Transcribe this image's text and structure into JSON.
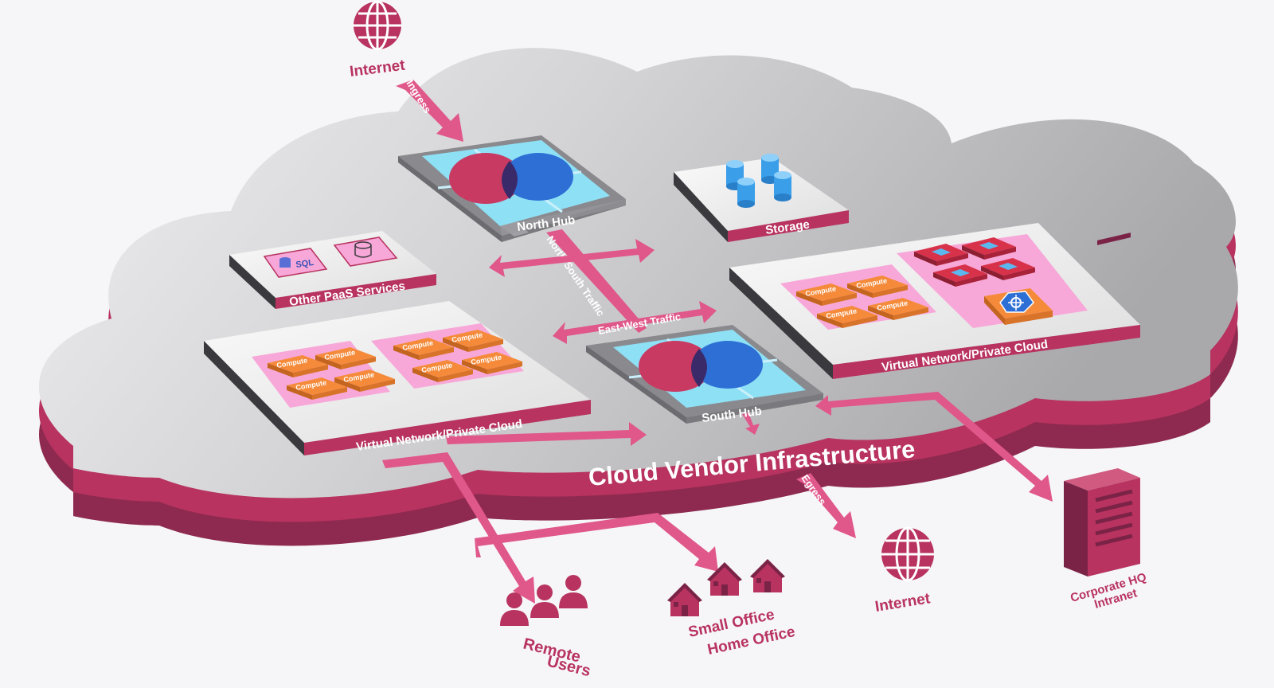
{
  "diagram": {
    "cloud_label": "Cloud Vendor Infrastructure",
    "north_hub": "North Hub",
    "south_hub": "South Hub",
    "storage": "Storage",
    "paas": "Other PaaS Services",
    "sql_label": "SQL",
    "vnet_left": "Virtual Network/Private Cloud",
    "vnet_right": "Virtual Network/Private Cloud",
    "compute": "Compute",
    "arrows": {
      "ingress": "Ingress",
      "egress": "Egress",
      "north_south": "North-South Traffic",
      "east_west": "East-West Traffic"
    },
    "external": {
      "internet_top": "Internet",
      "internet_bottom": "Internet",
      "remote_users": [
        "Remote",
        "Users"
      ],
      "small_office": [
        "Small Office",
        "Home Office"
      ],
      "corporate": [
        "Corporate HQ",
        "Intranet"
      ]
    },
    "colors": {
      "magenta": "#b8335f",
      "dark_magenta": "#7a2346",
      "pink_fill": "#f7a8d8",
      "orange": "#f58b3a",
      "cyan": "#7fd8f2",
      "blue": "#2e6fd6"
    }
  }
}
